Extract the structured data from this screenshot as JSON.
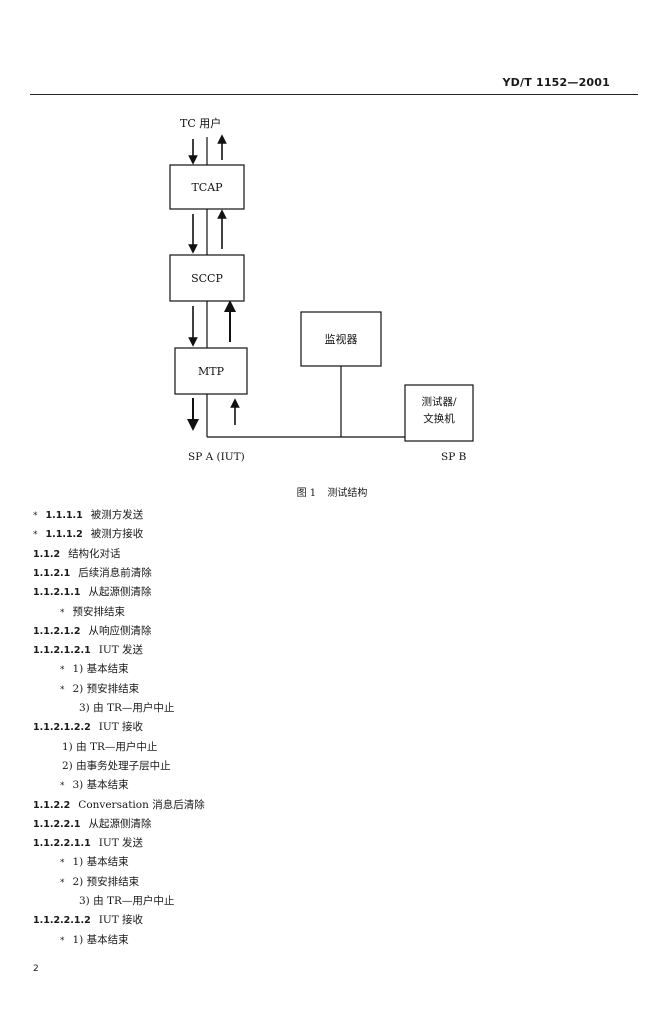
{
  "header": {
    "doc_code": "YD/T 1152—2001"
  },
  "diagram": {
    "tc_user": "TC 用户",
    "tcap": "TCAP",
    "sccp": "SCCP",
    "mtp": "MTP",
    "monitor": "监视器",
    "tester_line1": "测试器/",
    "tester_line2": "文换机",
    "sp_a": "SP A (IUT)",
    "sp_b": "SP B"
  },
  "caption": {
    "figure_label": "图 1",
    "figure_title": "测试结构"
  },
  "toc": [
    {
      "star": "*",
      "num": "1.1.1.1",
      "text": "被测方发送"
    },
    {
      "star": "*",
      "num": "1.1.1.2",
      "text": "被测方接收"
    },
    {
      "star": "",
      "num": "1.1.2",
      "text": "结构化对话"
    },
    {
      "star": "",
      "num": "1.1.2.1",
      "text": "后续消息前清除"
    },
    {
      "star": "",
      "num": "1.1.2.1.1",
      "text": "从起源侧清除"
    },
    {
      "star": "*",
      "num": "",
      "text": "预安排结束"
    },
    {
      "star": "",
      "num": "1.1.2.1.2",
      "text": "从响应侧清除"
    },
    {
      "star": "",
      "num": "1.1.2.1.2.1",
      "text": "IUT 发送"
    },
    {
      "star": "*",
      "num": "",
      "text": "1) 基本结束"
    },
    {
      "star": "*",
      "num": "",
      "text": "2) 预安排结束"
    },
    {
      "star": "",
      "num": "",
      "text": "3) 由 TR—用户中止"
    },
    {
      "star": "",
      "num": "1.1.2.1.2.2",
      "text": "IUT 接收"
    },
    {
      "star": "",
      "num": "",
      "text": "1) 由 TR—用户中止"
    },
    {
      "star": "",
      "num": "",
      "text": "2) 由事务处理子层中止"
    },
    {
      "star": "*",
      "num": "",
      "text": "3) 基本结束"
    },
    {
      "star": "",
      "num": "1.1.2.2",
      "text": "Conversation 消息后清除"
    },
    {
      "star": "",
      "num": "1.1.2.2.1",
      "text": "从起源侧清除"
    },
    {
      "star": "",
      "num": "1.1.2.2.1.1",
      "text": "IUT 发送"
    },
    {
      "star": "*",
      "num": "",
      "text": "1) 基本结束"
    },
    {
      "star": "*",
      "num": "",
      "text": "2) 预安排结束"
    },
    {
      "star": "",
      "num": "",
      "text": "3) 由 TR—用户中止"
    },
    {
      "star": "",
      "num": "1.1.2.2.1.2",
      "text": "IUT 接收"
    },
    {
      "star": "*",
      "num": "",
      "text": "1) 基本结束"
    }
  ],
  "footer": {
    "page_number": "2"
  }
}
